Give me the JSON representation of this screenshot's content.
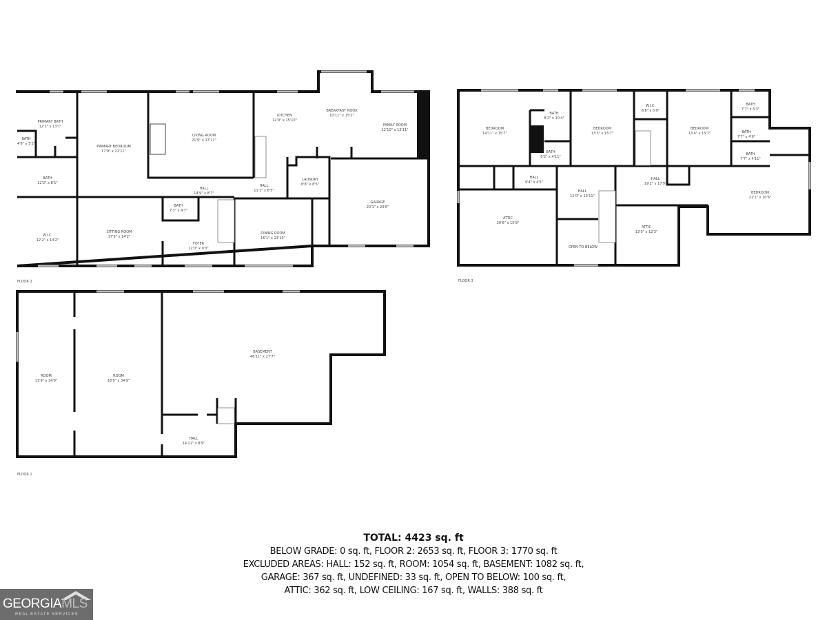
{
  "floors": {
    "floor2": {
      "label": "FLOOR 2",
      "rooms": [
        {
          "name": "PRIMARY BATH",
          "dims": "12'2\" x 13'7\""
        },
        {
          "name": "BATH",
          "dims": "4'6\" x 5'2\""
        },
        {
          "name": "PRIMARY BEDROOM",
          "dims": "17'9\" x 21'11\""
        },
        {
          "name": "LIVING ROOM",
          "dims": "21'9\" x 17'11\""
        },
        {
          "name": "BATH",
          "dims": "12'2\" x 8'1\""
        },
        {
          "name": "HALL",
          "dims": "14'9\" x 8'7\""
        },
        {
          "name": "BATH",
          "dims": "7'3\" x 4'7\""
        },
        {
          "name": "W.I.C.",
          "dims": "12'2\" x 14'2\""
        },
        {
          "name": "SITTING ROOM",
          "dims": "17'9\" x 14'2\""
        },
        {
          "name": "FOYER",
          "dims": "12'0\" x 9'3\""
        },
        {
          "name": "KITCHEN",
          "dims": "12'9\" x 15'10\""
        },
        {
          "name": "BREAKFAST NOOK",
          "dims": "10'11\" x 15'2\""
        },
        {
          "name": "FAMILY ROOM",
          "dims": "12'10\" x 13'11\""
        },
        {
          "name": "LAUNDRY",
          "dims": "8'8\" x 8'5\""
        },
        {
          "name": "HALL",
          "dims": "11'1\" x 6'5\""
        },
        {
          "name": "GARAGE",
          "dims": "20'1\" x 20'6\""
        },
        {
          "name": "DINING ROOM",
          "dims": "16'1\" x 13'10\""
        }
      ]
    },
    "floor3": {
      "label": "FLOOR 3",
      "rooms": [
        {
          "name": "BEDROOM",
          "dims": "14'11\" x 15'7\""
        },
        {
          "name": "BATH",
          "dims": "8'2\" x 10'4\""
        },
        {
          "name": "BATH",
          "dims": "8'2\" x 4'11\""
        },
        {
          "name": "BEDROOM",
          "dims": "13'3\" x 15'7\""
        },
        {
          "name": "W.I.C.",
          "dims": "6'6\" x 5'9\""
        },
        {
          "name": "BEDROOM",
          "dims": "13'4\" x 15'7\""
        },
        {
          "name": "BATH",
          "dims": "7'7\" x 5'3\""
        },
        {
          "name": "BATH",
          "dims": "7'7\" x 4'9\""
        },
        {
          "name": "BATH",
          "dims": "7'7\" x 4'11\""
        },
        {
          "name": "HALL",
          "dims": "9'4\" x 4'5\""
        },
        {
          "name": "HALL",
          "dims": "12'0\" x 10'11\""
        },
        {
          "name": "HALL",
          "dims": "19'2\" x 17'9\""
        },
        {
          "name": "BEDROOM",
          "dims": "21'1\" x 10'6\""
        },
        {
          "name": "ATTIC",
          "dims": "20'6\" x 15'9\""
        },
        {
          "name": "ATTIC",
          "dims": "13'0\" x 12'3\""
        },
        {
          "name": "OPEN TO BELOW",
          "dims": ""
        }
      ]
    },
    "floor1": {
      "label": "FLOOR 1",
      "rooms": [
        {
          "name": "ROOM",
          "dims": "11'9\" x 34'9\""
        },
        {
          "name": "ROOM",
          "dims": "18'0\" x 34'9\""
        },
        {
          "name": "BASEMENT",
          "dims": "46'11\" x 27'7\""
        },
        {
          "name": "HALL",
          "dims": "14'11\" x 8'9\""
        }
      ]
    }
  },
  "summary": {
    "total": "TOTAL: 4423 sq. ft",
    "lines": [
      "BELOW GRADE: 0 sq. ft, FLOOR 2: 2653 sq. ft, FLOOR 3: 1770 sq. ft",
      "EXCLUDED AREAS: HALL: 152 sq. ft, ROOM: 1054 sq. ft, BASEMENT: 1082 sq. ft,",
      "GARAGE: 367 sq. ft, UNDEFINED: 33 sq. ft, OPEN TO BELOW: 100 sq. ft,",
      "ATTIC: 362 sq. ft, LOW CEILING: 167 sq. ft, WALLS: 388 sq. ft"
    ]
  },
  "logo": {
    "name_main": "GEORGIA",
    "name_accent": "MLS",
    "tagline": "REAL ESTATE SERVICES"
  },
  "colors": {
    "wall": "#111111",
    "window": "#bbbbbb",
    "logo_bg": "#6d6d6d"
  }
}
